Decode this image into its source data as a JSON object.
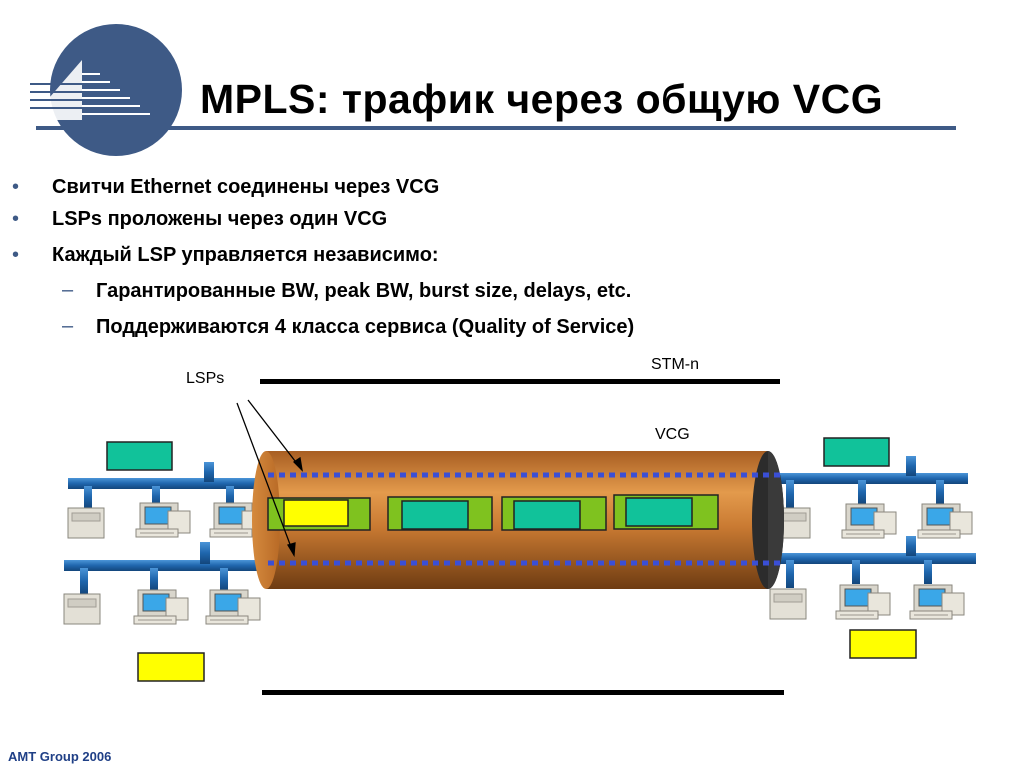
{
  "slide": {
    "title": "MPLS:  трафик через общую VCG",
    "footer": "AMT Group 2006"
  },
  "bullets": [
    {
      "marker": "•",
      "text": "Свитчи Ethernet соединены через  VCG",
      "level": 1
    },
    {
      "marker": "•",
      "text": "LSPs проложены через один VCG",
      "level": 1
    },
    {
      "marker": "•",
      "text": "Каждый LSP управляется независимо:",
      "level": 1
    },
    {
      "marker": "–",
      "text": "Гарантированные BW, peak BW, burst size, delays, etc.",
      "level": 2
    },
    {
      "marker": "–",
      "text": "Поддерживаются 4 класса сервиса (Quality of Service)",
      "level": 2
    }
  ],
  "diagram": {
    "label_lsps": "LSPs",
    "label_stm": "STM-n",
    "label_vcg": "VCG"
  },
  "colors": {
    "brand_blue": "#3e5a86",
    "pipe_orange": "#c87a30",
    "lan_blue": "#2a76b8",
    "teal": "#11c29a",
    "yellow": "#ffff00",
    "lime": "#7fc21f",
    "dotted_blue": "#3a4fd6"
  }
}
